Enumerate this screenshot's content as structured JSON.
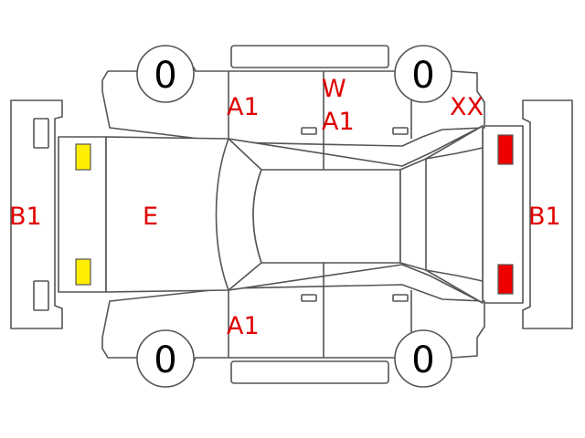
{
  "tires": {
    "front_left": "0",
    "rear_left": "0",
    "front_right": "0",
    "rear_right": "0"
  },
  "marks": {
    "front_bumper": "B1",
    "rear_bumper": "B1",
    "hood": "E",
    "left_front_fender": "A1",
    "right_front_fender": "A1",
    "roof_top": "W",
    "roof_bottom": "A1",
    "rear_corner": "XX"
  },
  "colors": {
    "front_lamps": "#ffee00",
    "rear_lamps": "#ee0000",
    "marks": "#e00000",
    "outline": "#555555"
  }
}
